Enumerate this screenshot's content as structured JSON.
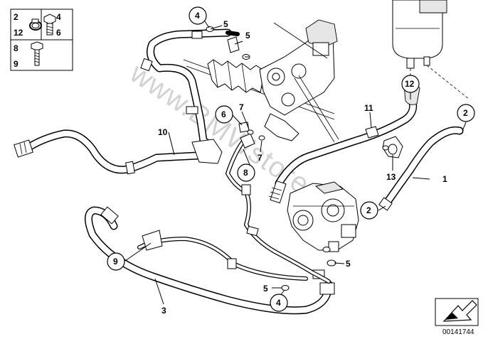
{
  "legend": {
    "cells": [
      {
        "labels": [
          "2",
          "12"
        ],
        "icon": "hose-clamp-icon"
      },
      {
        "labels": [
          "4",
          "6"
        ],
        "icon": "banjo-bolt-icon"
      },
      {
        "labels": [
          "8",
          "9"
        ],
        "icon": "screw-icon"
      }
    ]
  },
  "callouts": [
    {
      "id": "c1",
      "label": "1",
      "circled": false
    },
    {
      "id": "c2a",
      "label": "2",
      "circled": true
    },
    {
      "id": "c2b",
      "label": "2",
      "circled": true
    },
    {
      "id": "c3",
      "label": "3",
      "circled": false
    },
    {
      "id": "c4a",
      "label": "4",
      "circled": true
    },
    {
      "id": "c4b",
      "label": "4",
      "circled": true
    },
    {
      "id": "c5a",
      "label": "5",
      "circled": false
    },
    {
      "id": "c5b",
      "label": "5",
      "circled": false
    },
    {
      "id": "c5c",
      "label": "5",
      "circled": false
    },
    {
      "id": "c5d",
      "label": "5",
      "circled": false
    },
    {
      "id": "c6",
      "label": "6",
      "circled": true
    },
    {
      "id": "c7a",
      "label": "7",
      "circled": false
    },
    {
      "id": "c7b",
      "label": "7",
      "circled": false
    },
    {
      "id": "c8",
      "label": "8",
      "circled": true
    },
    {
      "id": "c9",
      "label": "9",
      "circled": true
    },
    {
      "id": "c10",
      "label": "10",
      "circled": false
    },
    {
      "id": "c11",
      "label": "11",
      "circled": false
    },
    {
      "id": "c12",
      "label": "12",
      "circled": true
    },
    {
      "id": "c13",
      "label": "13",
      "circled": false
    }
  ],
  "watermark": "www.BMWstore.pl",
  "document_number": "00141744",
  "corner_icon": "arrow-direction-icon",
  "components": {
    "reservoir": "reservoir-icon",
    "steering_gear": "steering-gear-icon",
    "pump": "power-steering-pump-icon"
  }
}
